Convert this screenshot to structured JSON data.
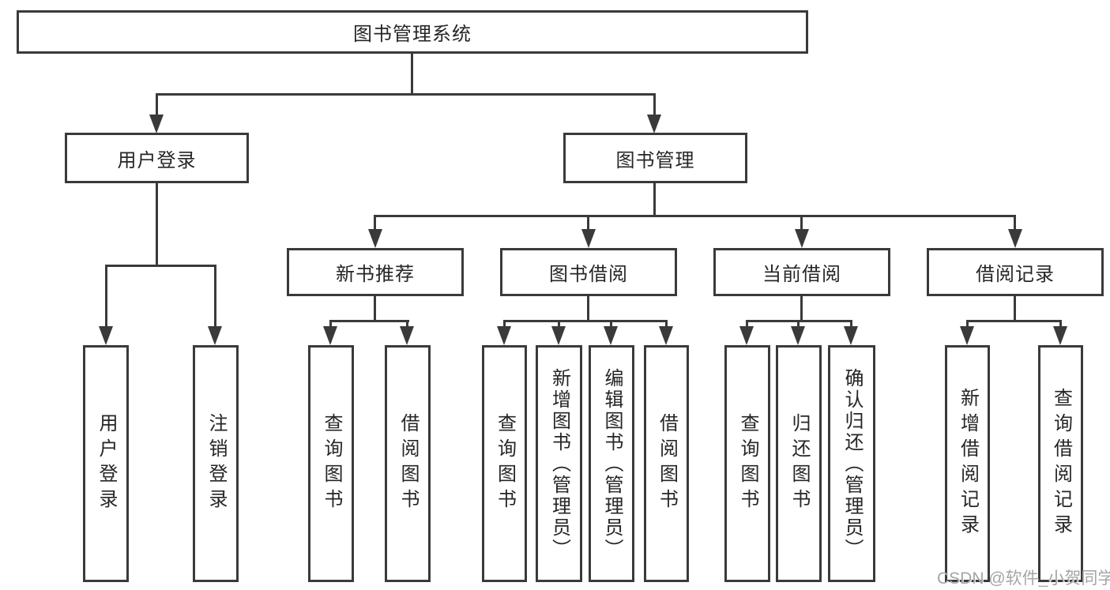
{
  "tree": {
    "root": {
      "label": "图书管理系统"
    },
    "level1": [
      {
        "label": "用户登录",
        "children": [
          {
            "label": "用户登录"
          },
          {
            "label": "注销登录"
          }
        ]
      },
      {
        "label": "图书管理",
        "children": [
          {
            "label": "新书推荐",
            "children": [
              {
                "label": "查询图书"
              },
              {
                "label": "借阅图书"
              }
            ]
          },
          {
            "label": "图书借阅",
            "children": [
              {
                "label": "查询图书"
              },
              {
                "label": "新增图书（管理员）"
              },
              {
                "label": "编辑图书（管理员）"
              },
              {
                "label": "借阅图书"
              }
            ]
          },
          {
            "label": "当前借阅",
            "children": [
              {
                "label": "查询图书"
              },
              {
                "label": "归还图书"
              },
              {
                "label": "确认归还（管理员）"
              }
            ]
          },
          {
            "label": "借阅记录",
            "children": [
              {
                "label": "新增借阅记录"
              },
              {
                "label": "查询借阅记录"
              }
            ]
          }
        ]
      }
    ]
  },
  "watermark": {
    "text": "CSDN @软件_小贺同学"
  },
  "colors": {
    "line": "#3a3a3a",
    "text": "#262626",
    "background": "#ffffff",
    "watermark": "#a5a5a5"
  }
}
